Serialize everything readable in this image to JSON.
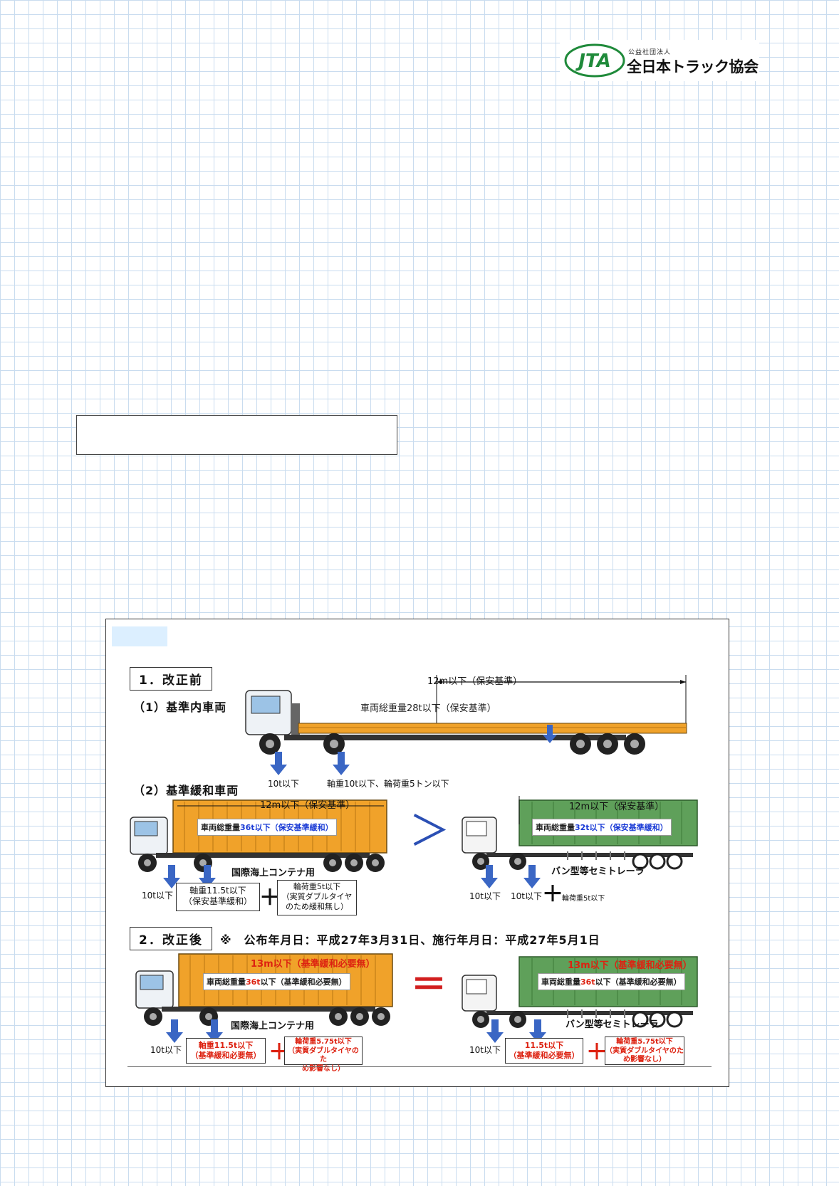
{
  "logo": {
    "mark": "JTA",
    "small": "公益社団法人",
    "name": "全日本トラック協会"
  },
  "diagram": {
    "sec1": "1．改正前",
    "sub1": "（1）基準内車両",
    "sub1_len": "12m以下（保安基準）",
    "sub1_weight": "車両総重量28t以下（保安基準）",
    "sub1_a1": "10t以下",
    "sub1_a2": "軸重10t以下、輪荷重5トン以下",
    "sub2": "（2）基準緩和車両",
    "cont_len": "12m以下（保安基準）",
    "cont_w_pre": "車両総重量",
    "cont_w_val": "36t",
    "cont_w_post": "以下（保安基準緩和）",
    "cont_name": "国際海上コンテナ用",
    "cont_a1": "10t以下",
    "cont_box1_l1": "軸重11.5t以下",
    "cont_box1_l2": "（保安基準緩和）",
    "cont_box2_l1": "輪荷重5t以下",
    "cont_box2_l2": "（実質ダブルタイヤ",
    "cont_box2_l3": "のため緩和無し）",
    "gt": "＞",
    "van_len": "12m以下（保安基準）",
    "van_w_pre": "車両総重量",
    "van_w_val": "32t",
    "van_w_post": "以下（保安基準緩和）",
    "van_name": "バン型等セミトレーラ",
    "van_a1": "10t以下",
    "van_a2": "10t以下",
    "van_a3": "輪荷重5t以下",
    "sec2": "2．改正後",
    "note": "※　公布年月日：平成27年3月31日、施行年月日：平成27年5月1日",
    "post_len": "13m以下（基準緩和必要無）",
    "post_w_pre": "車両総重量",
    "post_w_val": "36t",
    "post_w_post": "以下（基準緩和必要無）",
    "post_cont_name": "国際海上コンテナ用",
    "post_cont_a1": "10t以下",
    "post_box1_l1": "軸重11.5t以下",
    "post_box1_l2": "（基準緩和必要無）",
    "post_box2_l1": "輪荷重5.75t以下",
    "post_box2_l2": "（実質ダブルタイヤのた",
    "post_box2_l3": "め影響なし）",
    "eq": "＝",
    "post_van_len": "13m以下（基準緩和必要無）",
    "post_van_w_pre": "車両総重量",
    "post_van_w_val": "36t",
    "post_van_w_post": "以下（基準緩和必要無）",
    "post_van_name": "バン型等セミトレーラ",
    "post_van_a1": "10t以下",
    "post_van_box1_l1": "11.5t以下",
    "post_van_box1_l2": "（基準緩和必要無）",
    "post_van_box2_l1": "輪荷重5.75t以下",
    "post_van_box2_l2": "（実質ダブルタイヤのた",
    "post_van_box2_l3": "め影響なし）",
    "plus": "＋"
  },
  "colors": {
    "container": "#f0a22a",
    "van": "#5fa05a",
    "arrow": "#3a66c4",
    "accent_red": "#d21f1f",
    "accent_blue": "#1a3bd6",
    "logo_green": "#1f8a3a"
  }
}
